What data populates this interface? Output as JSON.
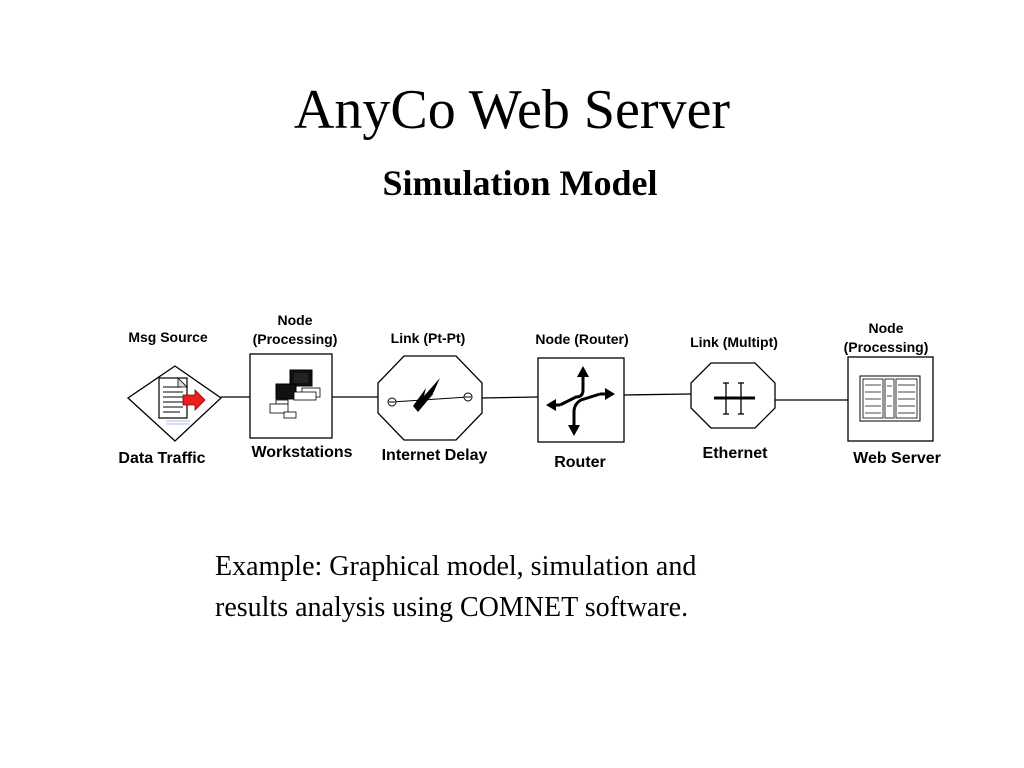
{
  "title": "AnyCo Web Server",
  "subtitle": "Simulation Model",
  "nodes": [
    {
      "type": "Msg Source",
      "name": "Data Traffic"
    },
    {
      "type": "Node\n(Processing)",
      "name": "Workstations"
    },
    {
      "type": "Link (Pt-Pt)",
      "name": "Internet Delay"
    },
    {
      "type": "Node (Router)",
      "name": "Router"
    },
    {
      "type": "Link (Multipt)",
      "name": "Ethernet"
    },
    {
      "type": "Node\n(Processing)",
      "name": "Web Server"
    }
  ],
  "caption": {
    "line1": "Example: Graphical model, simulation and",
    "line2": "results analysis using COMNET software."
  },
  "colors": {
    "arrow_accent": "#e8201c",
    "stroke": "#000000"
  }
}
